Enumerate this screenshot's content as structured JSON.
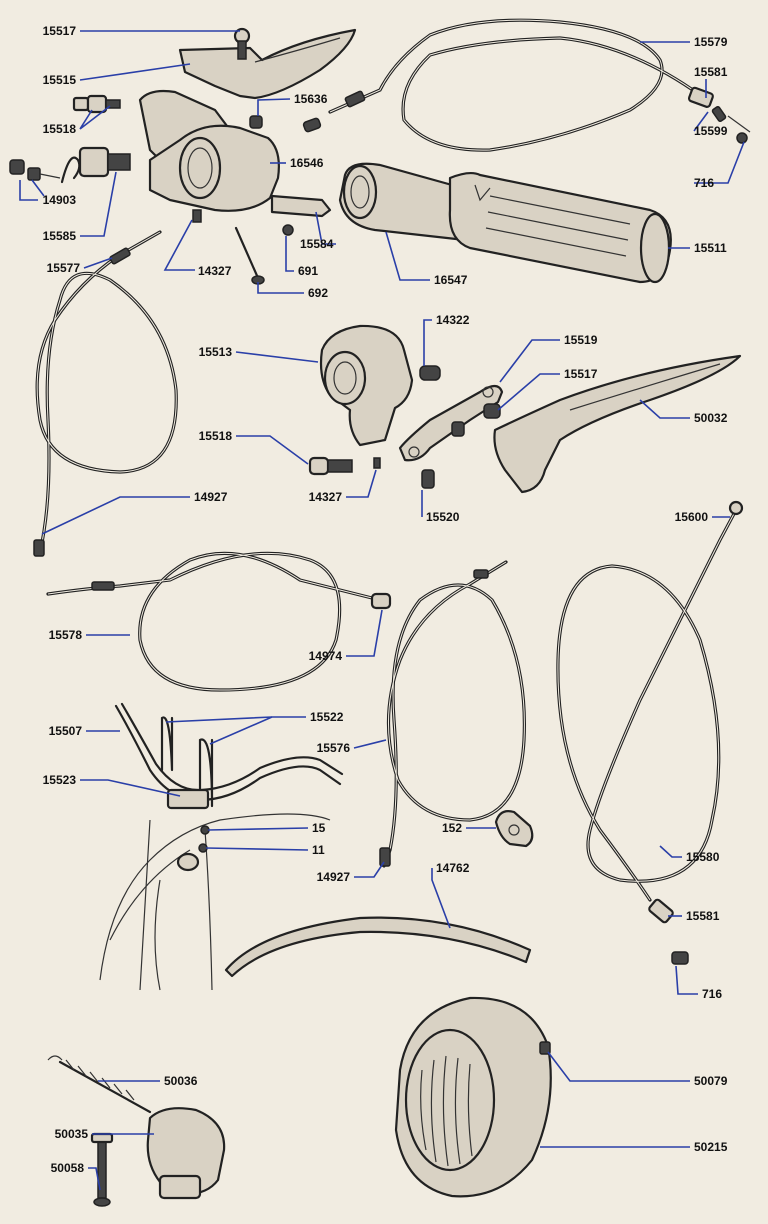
{
  "colors": {
    "paper": "#f1ece1",
    "ink": "#222222",
    "leader": "#2a3fa8"
  },
  "labels": {
    "p15517_top": "15517",
    "p15515": "15515",
    "p15518_top": "15518",
    "p14903": "14903",
    "p15585": "15585",
    "p15577": "15577",
    "p14327_top": "14327",
    "p15636": "15636",
    "p16546": "16546",
    "p15584": "15584",
    "p691": "691",
    "p692": "692",
    "p15579": "15579",
    "p15581_top": "15581",
    "p15599": "15599",
    "p716_top": "716",
    "p15511": "15511",
    "p16547": "16547",
    "p15513": "15513",
    "p14322": "14322",
    "p15519": "15519",
    "p15517_mid": "15517",
    "p50032": "50032",
    "p15518_mid": "15518",
    "p14327_mid": "14327",
    "p15520": "15520",
    "p14927_top": "14927",
    "p15600": "15600",
    "p15578": "15578",
    "p14974": "14974",
    "p15507": "15507",
    "p15522": "15522",
    "p15576": "15576",
    "p15523": "15523",
    "p15": "15",
    "p11": "11",
    "p152": "152",
    "p14927_bot": "14927",
    "p14762": "14762",
    "p15580": "15580",
    "p15581_bot": "15581",
    "p716_bot": "716",
    "p50036": "50036",
    "p50035": "50035",
    "p50058": "50058",
    "p50079": "50079",
    "p50215": "50215"
  }
}
